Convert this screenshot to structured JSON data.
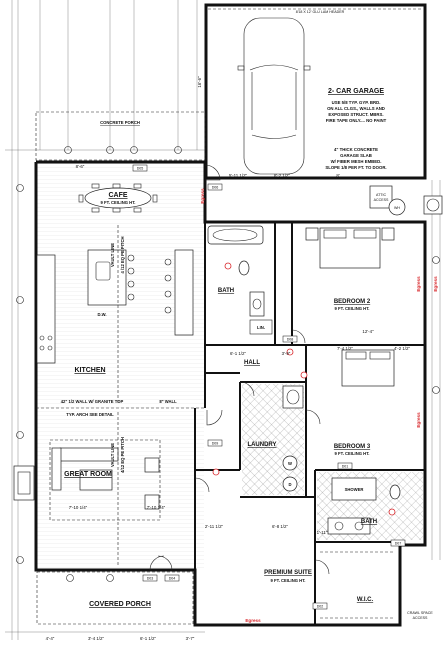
{
  "header_note": "8'18 X 12' GLU LAM HEADER",
  "garage": {
    "title": "2- CAR GARAGE",
    "notes": [
      "USE 5/8 TYP. GYP. BRD.",
      "ON ALL CLGS., WALLS AND",
      "EXPOSED STRUCT. MBRS.",
      "FIRE TAPE ONLY.... NO PAINT"
    ],
    "slab_notes": [
      "4\" THICK CONCRETE",
      "GARAGE SLAB",
      "W/ FIBER MESH EMBED.",
      "SLOPE 1/8 PER FT. TO DOOR."
    ],
    "dim_side": "16'-6\""
  },
  "concrete_porch": "CONCRETE PORCH",
  "cafe": {
    "title": "CAFE",
    "ceiling": "9 FT. CEILING HT."
  },
  "kitchen": {
    "title": "KITCHEN",
    "dw": "D.W.",
    "vault": [
      "VAULT LINE",
      "4 /12 EQ PE PITCH"
    ],
    "wall_note": "42\" 1/2 WALL W/ GRANITE TOP",
    "wall8": "8\" WALL"
  },
  "great_room": {
    "title": "GREAT ROOM",
    "arch": "TYP. ARCH SEE DETAIL",
    "vault": [
      "VAULT LINE",
      "4/12 EQ PE PITCH"
    ]
  },
  "covered_porch": "COVERED PORCH",
  "bath1": {
    "title": "BATH",
    "lin": "LIN."
  },
  "bedroom2": {
    "title": "BEDROOM 2",
    "ceiling": "9 FT. CEILING HT."
  },
  "hall": "HALL",
  "laundry": {
    "title": "LAUNDRY",
    "washer": "W",
    "dryer": "D"
  },
  "bedroom3": {
    "title": "BEDROOM 3",
    "ceiling": "9 FT. CEILING HT."
  },
  "bath2": {
    "title": "BATH",
    "shower": "SHOWER"
  },
  "suite": {
    "title": "PREMIUM SUITE",
    "ceiling": "9 FT. CEILING HT."
  },
  "wic": "W.I.C.",
  "crawl": [
    "CRAWL SPACE",
    "ACCESS"
  ],
  "attic": [
    "ATTIC",
    "ACCESS"
  ],
  "wh": "WH",
  "egress": "Egress",
  "dims": [
    "8'-6\"",
    "5'-11 1/2\"",
    "8'-2 1/2\"",
    "8'",
    "12'-4\"",
    "6'-1 1/2\"",
    "3'-9\"",
    "7'-4 1/2\"",
    "4'-2 1/2\"",
    "7'-10 1/4\"",
    "7'-10 1/4\"",
    "2'-11 1/2\"",
    "6'-8 1/2\"",
    "1'-11\"",
    "4'-4\"",
    "3'-4 1/2\"",
    "6'-1 1/2\"",
    "3'-7\""
  ],
  "doors": [
    "D05",
    "D06",
    "D09",
    "D08",
    "D01",
    "D07",
    "D03",
    "D04",
    "D02"
  ]
}
